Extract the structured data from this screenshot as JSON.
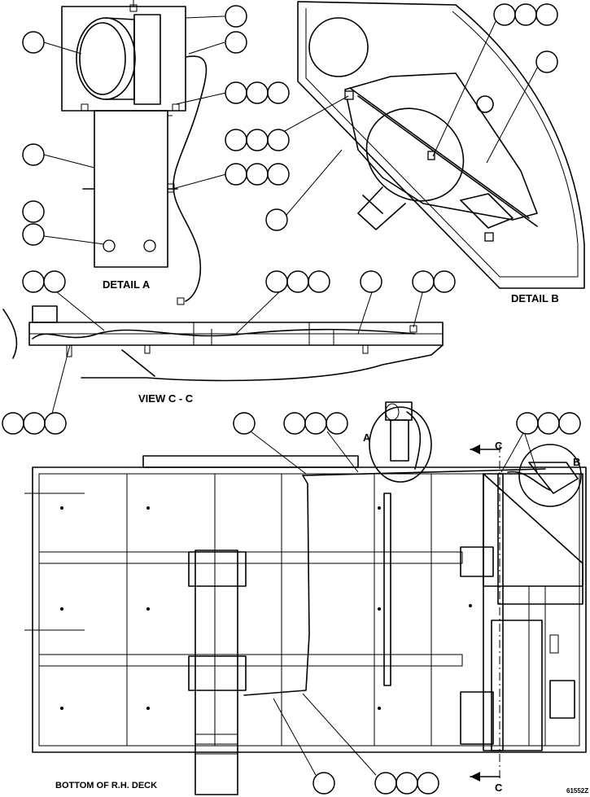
{
  "labels": {
    "detail_a": "DETAIL A",
    "detail_b": "DETAIL B",
    "view_cc": "VIEW C - C",
    "bottom": "BOTTOM OF R.H. DECK",
    "ref_a": "A",
    "ref_b": "B",
    "ref_c_top": "C",
    "ref_c_bottom": "C",
    "figure_no": "61552Z"
  },
  "callout_groups": [
    {
      "id": "da-1",
      "count": 1
    },
    {
      "id": "da-2",
      "count": 1
    },
    {
      "id": "da-3",
      "count": 1
    },
    {
      "id": "da-4",
      "count": 3
    },
    {
      "id": "da-5",
      "count": 3
    },
    {
      "id": "da-6",
      "count": 1
    },
    {
      "id": "da-7",
      "count": 3
    },
    {
      "id": "da-8",
      "count": 2
    },
    {
      "id": "db-1",
      "count": 3
    },
    {
      "id": "db-2",
      "count": 1
    },
    {
      "id": "db-3",
      "count": 1
    },
    {
      "id": "vc-1",
      "count": 2
    },
    {
      "id": "vc-2",
      "count": 3
    },
    {
      "id": "vc-3",
      "count": 1
    },
    {
      "id": "vc-4",
      "count": 2
    },
    {
      "id": "vc-5",
      "count": 3
    },
    {
      "id": "bd-1",
      "count": 1
    },
    {
      "id": "bd-2",
      "count": 3
    },
    {
      "id": "bd-3",
      "count": 3
    },
    {
      "id": "bd-4",
      "count": 1
    },
    {
      "id": "bd-5",
      "count": 3
    }
  ]
}
